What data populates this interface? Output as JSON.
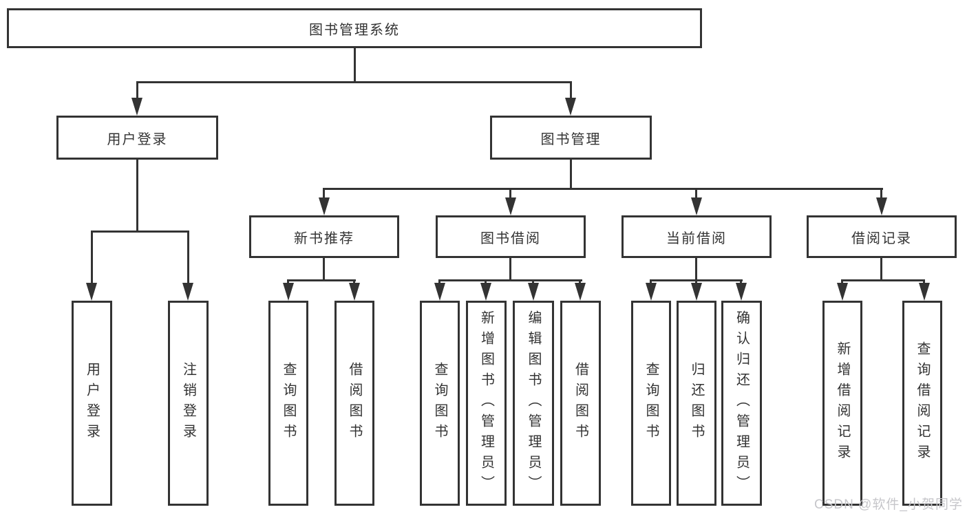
{
  "diagram": {
    "type": "tree-structure-chart",
    "watermark": "CSDN @软件_小贺同学",
    "colors": {
      "line": "#333333",
      "text": "#333333",
      "watermark": "#c6c6ca",
      "background": "#ffffff"
    },
    "nodes": {
      "root": "图书管理系统",
      "user_login": "用户登录",
      "book_mgmt": "图书管理",
      "new_book_rec": "新书推荐",
      "book_borrow": "图书借阅",
      "current_borrow": "当前借阅",
      "borrow_records": "借阅记录",
      "leaf_user_login": "用户登录",
      "leaf_logout": "注销登录",
      "leaf_nbr_query_books": "查询图书",
      "leaf_nbr_borrow_books": "借阅图书",
      "leaf_bb_query_books": "查询图书",
      "leaf_bb_add_books": "新增图书（管理员）",
      "leaf_bb_edit_books": "编辑图书（管理员）",
      "leaf_bb_borrow_books": "借阅图书",
      "leaf_cb_query_books": "查询图书",
      "leaf_cb_return_books": "归还图书",
      "leaf_cb_confirm_return": "确认归还（管理员）",
      "leaf_br_add_record": "新增借阅记录",
      "leaf_br_query_record": "查询借阅记录"
    }
  }
}
